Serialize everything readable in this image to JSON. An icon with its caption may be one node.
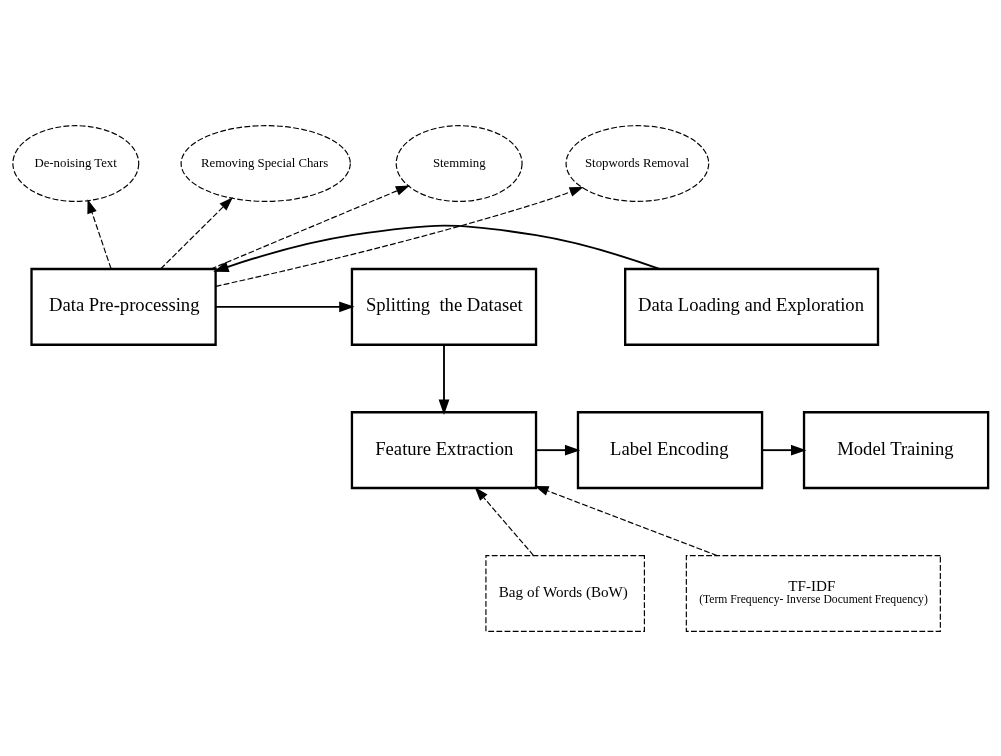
{
  "diagram": {
    "nodes": [
      {
        "text": [
          "De-noising Text"
        ]
      },
      {
        "text": [
          "Removing Special Chars"
        ]
      },
      {
        "text": [
          "Stemming"
        ]
      },
      {
        "text": [
          "Stopwords Removal"
        ]
      },
      {
        "text": [
          "Data Loading and Exploration"
        ]
      },
      {
        "text": [
          "Data Pre-processing"
        ]
      },
      {
        "text": [
          "Splitting  the Dataset"
        ]
      },
      {
        "text": [
          "Model Training"
        ]
      },
      {
        "text": [
          "Label Encoding"
        ]
      },
      {
        "text": [
          "Feature Extraction"
        ]
      },
      {
        "text": [
          "Bag of Words (BoW)"
        ]
      },
      {
        "text": [
          "TF-IDF",
          "(Term Frequency- Inverse Document Frequency)"
        ]
      }
    ],
    "edges": [
      {
        "from": 5,
        "to": 0,
        "arrow": "to",
        "style": "dashed"
      },
      {
        "from": 5,
        "to": 1,
        "arrow": "to",
        "style": "dashed"
      },
      {
        "from": 5,
        "to": 2,
        "arrow": "to",
        "style": "dashed"
      },
      {
        "from": 5,
        "to": 3,
        "arrow": "to",
        "style": "dashed"
      },
      {
        "from": 4,
        "to": 5,
        "arrow": "to"
      },
      {
        "from": 5,
        "to": 6,
        "arrow": "to"
      },
      {
        "from": 6,
        "to": 9,
        "arrow": "to"
      },
      {
        "from": 9,
        "to": 8,
        "arrow": "to"
      },
      {
        "from": 8,
        "to": 7,
        "arrow": "to"
      },
      {
        "from": 10,
        "to": 9,
        "arrow": "to",
        "style": "dashed"
      },
      {
        "from": 11,
        "to": 9,
        "arrow": "to",
        "style": "dashed"
      }
    ]
  }
}
